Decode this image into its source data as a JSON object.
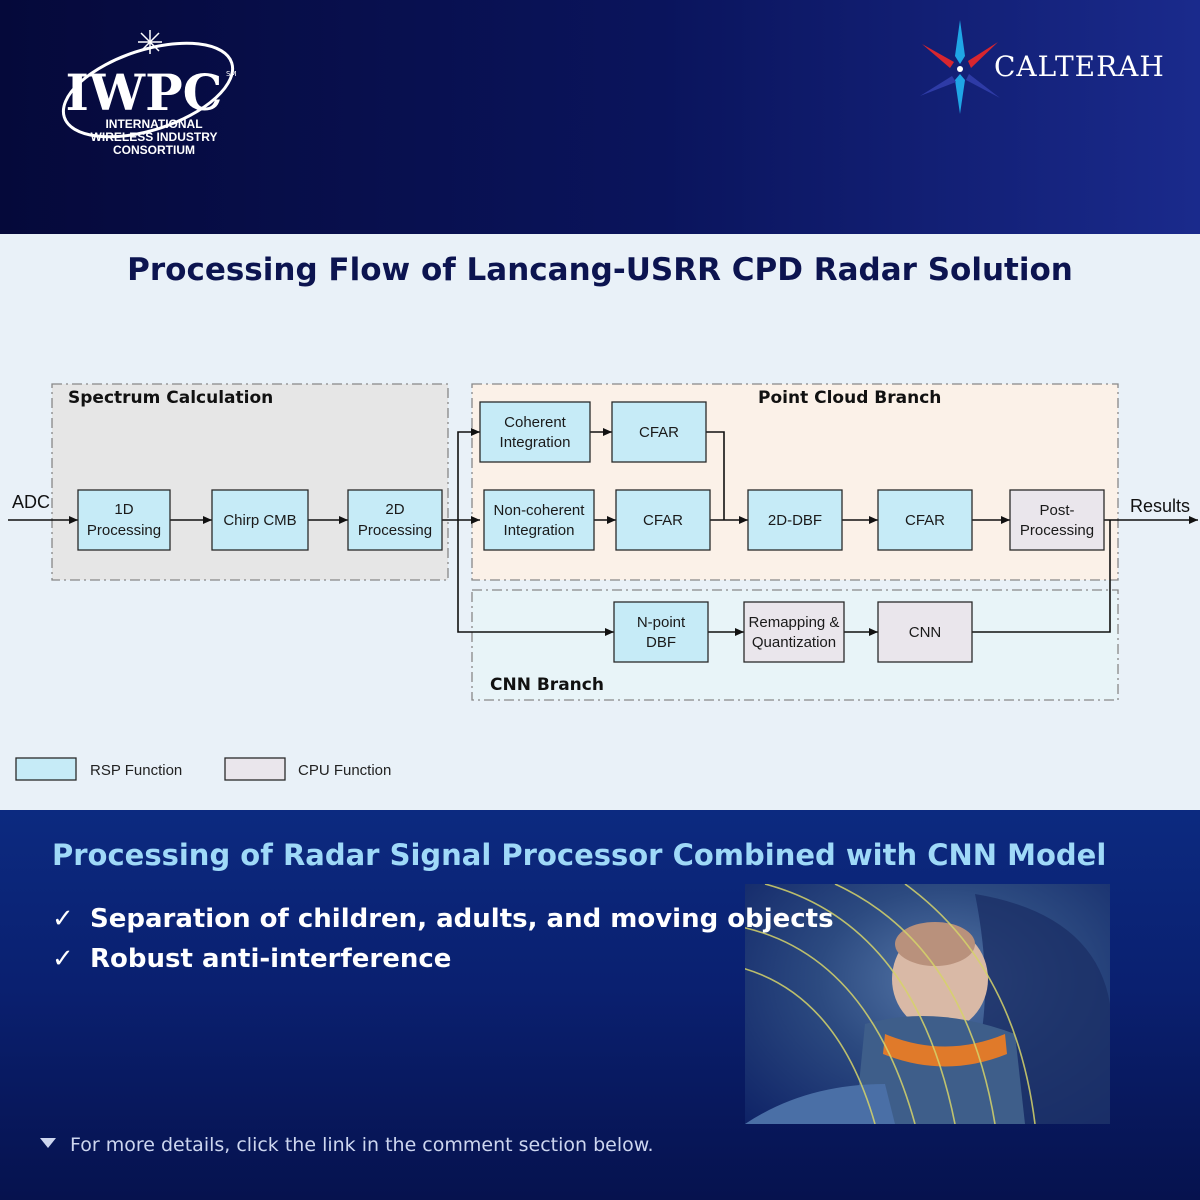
{
  "header": {
    "iwpc_logo_text": "IWPC",
    "iwpc_sm": "SM",
    "iwpc_lines": [
      "INTERNATIONAL",
      "WIRELESS INDUSTRY",
      "CONSORTIUM"
    ],
    "calterah_logo_text": "CALTERAH"
  },
  "title": "Processing Flow of Lancang-USRR CPD Radar Solution",
  "diagram": {
    "input": "ADC",
    "output": "Results",
    "groups": {
      "spectrum": "Spectrum Calculation",
      "point_cloud": "Point Cloud Branch",
      "cnn": "CNN Branch"
    },
    "blocks": {
      "p1d": [
        "1D",
        "Processing"
      ],
      "chirp": [
        "Chirp CMB"
      ],
      "p2d": [
        "2D",
        "Processing"
      ],
      "coherent": [
        "Coherent",
        "Integration"
      ],
      "cfar1": [
        "CFAR"
      ],
      "noncoherent": [
        "Non-coherent",
        "Integration"
      ],
      "cfar2": [
        "CFAR"
      ],
      "dbf2d": [
        "2D-DBF"
      ],
      "cfar3": [
        "CFAR"
      ],
      "post": [
        "Post-",
        "Processing"
      ],
      "npoint": [
        "N-point",
        "DBF"
      ],
      "remap": [
        "Remapping &",
        "Quantization"
      ],
      "cnn": [
        "CNN"
      ]
    },
    "legend": {
      "rsp": "RSP Function",
      "cpu": "CPU Function"
    },
    "colors": {
      "rsp": "#c6ebf7",
      "cpu": "#eae6ec"
    }
  },
  "bottom": {
    "subtitle": "Processing of Radar Signal Processor Combined with CNN Model",
    "bullets": [
      "Separation of children, adults, and moving objects",
      "Robust anti-interference"
    ],
    "check_symbol": "✓",
    "footer": "For more details, click the link in the comment section below."
  }
}
